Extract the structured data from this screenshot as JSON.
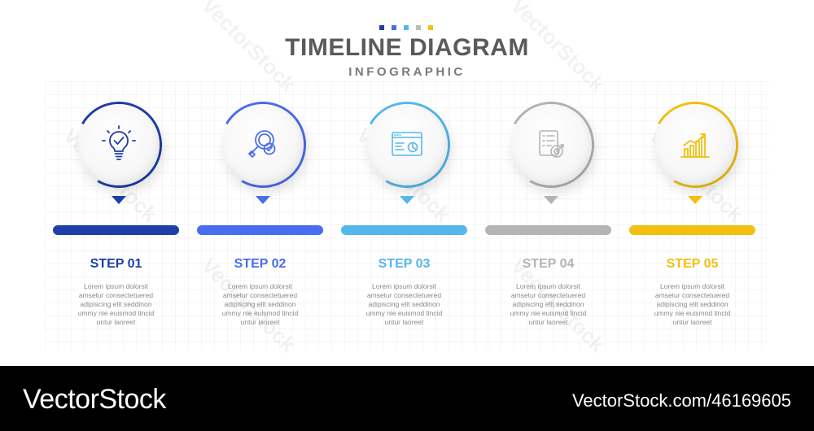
{
  "header": {
    "title": "TIMELINE DIAGRAM",
    "subtitle": "INFOGRAPHIC",
    "dot_colors": [
      "#1e3ea8",
      "#4a6cf0",
      "#55b8ec",
      "#bcbcbc",
      "#f2c010"
    ]
  },
  "steps": [
    {
      "label": "STEP 01",
      "color": "#1e3ea8",
      "icon": "lightbulb-check-icon",
      "text": [
        "Lorem ipsum dolorsit",
        "amsetur consectetuered",
        "adipiscing elit seddinon",
        "ummy nie euismod tincid",
        "untur laoreet"
      ]
    },
    {
      "label": "STEP 02",
      "color": "#4a6cf0",
      "icon": "search-check-icon",
      "text": [
        "Lorem ipsum dolorsit",
        "amsetur consectetuered",
        "adipiscing elit seddinon",
        "ummy nie euismod tincid",
        "untur laoreet"
      ]
    },
    {
      "label": "STEP 03",
      "color": "#55b8ec",
      "icon": "browser-chart-icon",
      "text": [
        "Lorem ipsum dolorsit",
        "amsetur consectetuered",
        "adipiscing elit seddinon",
        "ummy nie euismod tincid",
        "untur laoreet"
      ]
    },
    {
      "label": "STEP 04",
      "color": "#b4b4b4",
      "icon": "checklist-target-icon",
      "text": [
        "Lorem ipsum dolorsit",
        "amsetur consectetuered",
        "adipiscing elit seddinon",
        "ummy nie euismod tincid",
        "untur laoreet"
      ]
    },
    {
      "label": "STEP 05",
      "color": "#f2c010",
      "icon": "growth-chart-icon",
      "text": [
        "Lorem ipsum dolorsit",
        "amsetur consectetuered",
        "adipiscing elit seddinon",
        "ummy nie euismod tincid",
        "untur laoreet"
      ]
    }
  ],
  "watermark": {
    "text": "VectorStock"
  },
  "footer": {
    "brand": "VectorStock",
    "url": "VectorStock.com/46169605"
  }
}
